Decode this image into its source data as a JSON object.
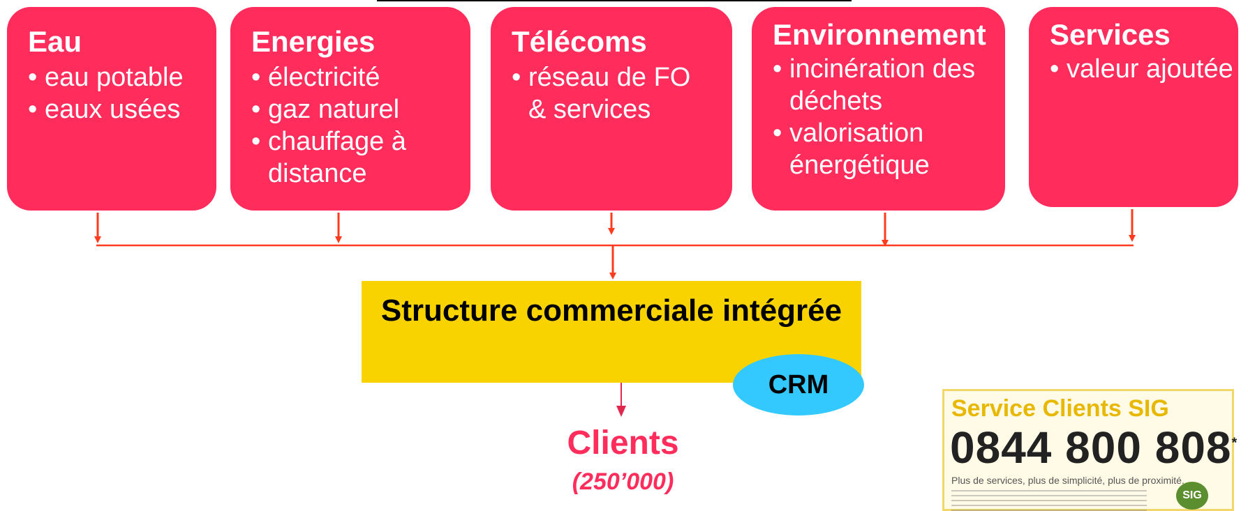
{
  "sectors": [
    {
      "title": "Eau",
      "items": [
        {
          "line": "eau potable"
        },
        {
          "line": "eaux usées"
        }
      ]
    },
    {
      "title": "Energies",
      "items": [
        {
          "line": "électricité"
        },
        {
          "line": "gaz naturel"
        },
        {
          "line": "chauffage à",
          "cont": "distance"
        }
      ]
    },
    {
      "title": "Télécoms",
      "items": [
        {
          "line": "réseau de FO",
          "cont": "& services"
        }
      ]
    },
    {
      "title": "Environnement",
      "items": [
        {
          "line": "incinération des",
          "cont": "déchets"
        },
        {
          "line": "valorisation",
          "cont": "énergétique"
        }
      ]
    },
    {
      "title": "Services",
      "items": [
        {
          "line": "valeur ajoutée"
        }
      ]
    }
  ],
  "structure": {
    "title": "Structure commerciale intégrée"
  },
  "crm": {
    "label": "CRM"
  },
  "clients": {
    "label": "Clients",
    "count": "(250’000)"
  },
  "ad": {
    "title": "Service Clients SIG",
    "phone": "0844 800 808",
    "phone_mark": "*",
    "tagline": "Plus de services, plus de simplicité, plus de proximité.",
    "logo": "SIG"
  },
  "colors": {
    "sector_box": "#ff2c5c",
    "structure_box": "#f8d300",
    "crm": "#33c9ff",
    "connector": "#ff3b1f"
  }
}
